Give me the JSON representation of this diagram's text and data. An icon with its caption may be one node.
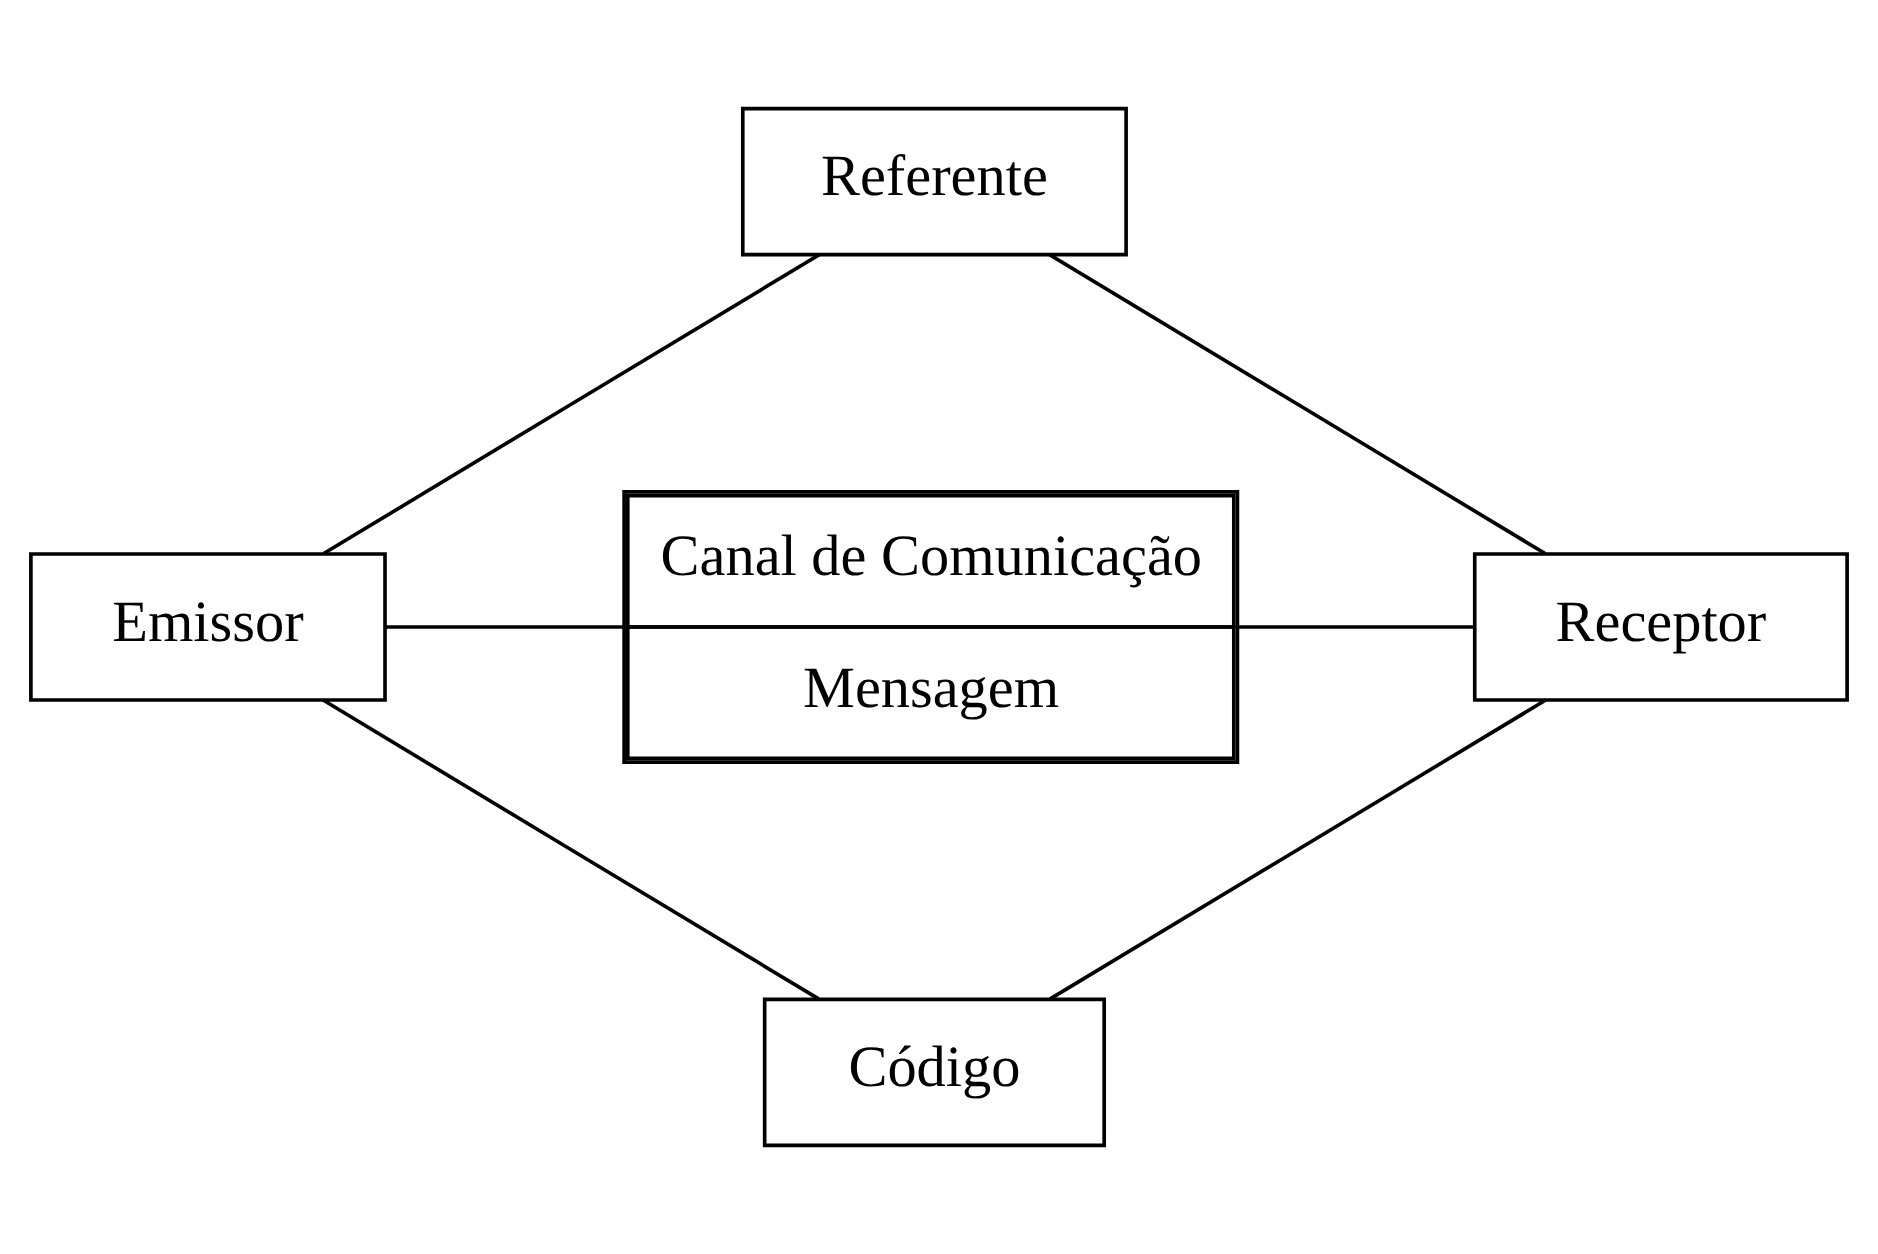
{
  "diagram": {
    "nodes": [
      {
        "text": [
          "Referente"
        ]
      },
      {
        "text": [
          "Emissor"
        ]
      },
      {
        "text": [
          "Canal de Comunicação",
          "Mensagem"
        ]
      },
      {
        "text": [
          "Receptor"
        ]
      },
      {
        "text": [
          "Código"
        ]
      }
    ],
    "edges": [
      {
        "from": 1,
        "to": 0,
        "arrow": "none"
      },
      {
        "from": 0,
        "to": 3,
        "arrow": "none"
      },
      {
        "from": 1,
        "to": 2,
        "arrow": "none"
      },
      {
        "from": 2,
        "to": 3,
        "arrow": "none"
      },
      {
        "from": 1,
        "to": 4,
        "arrow": "none"
      },
      {
        "from": 4,
        "to": 3,
        "arrow": "none"
      }
    ]
  }
}
